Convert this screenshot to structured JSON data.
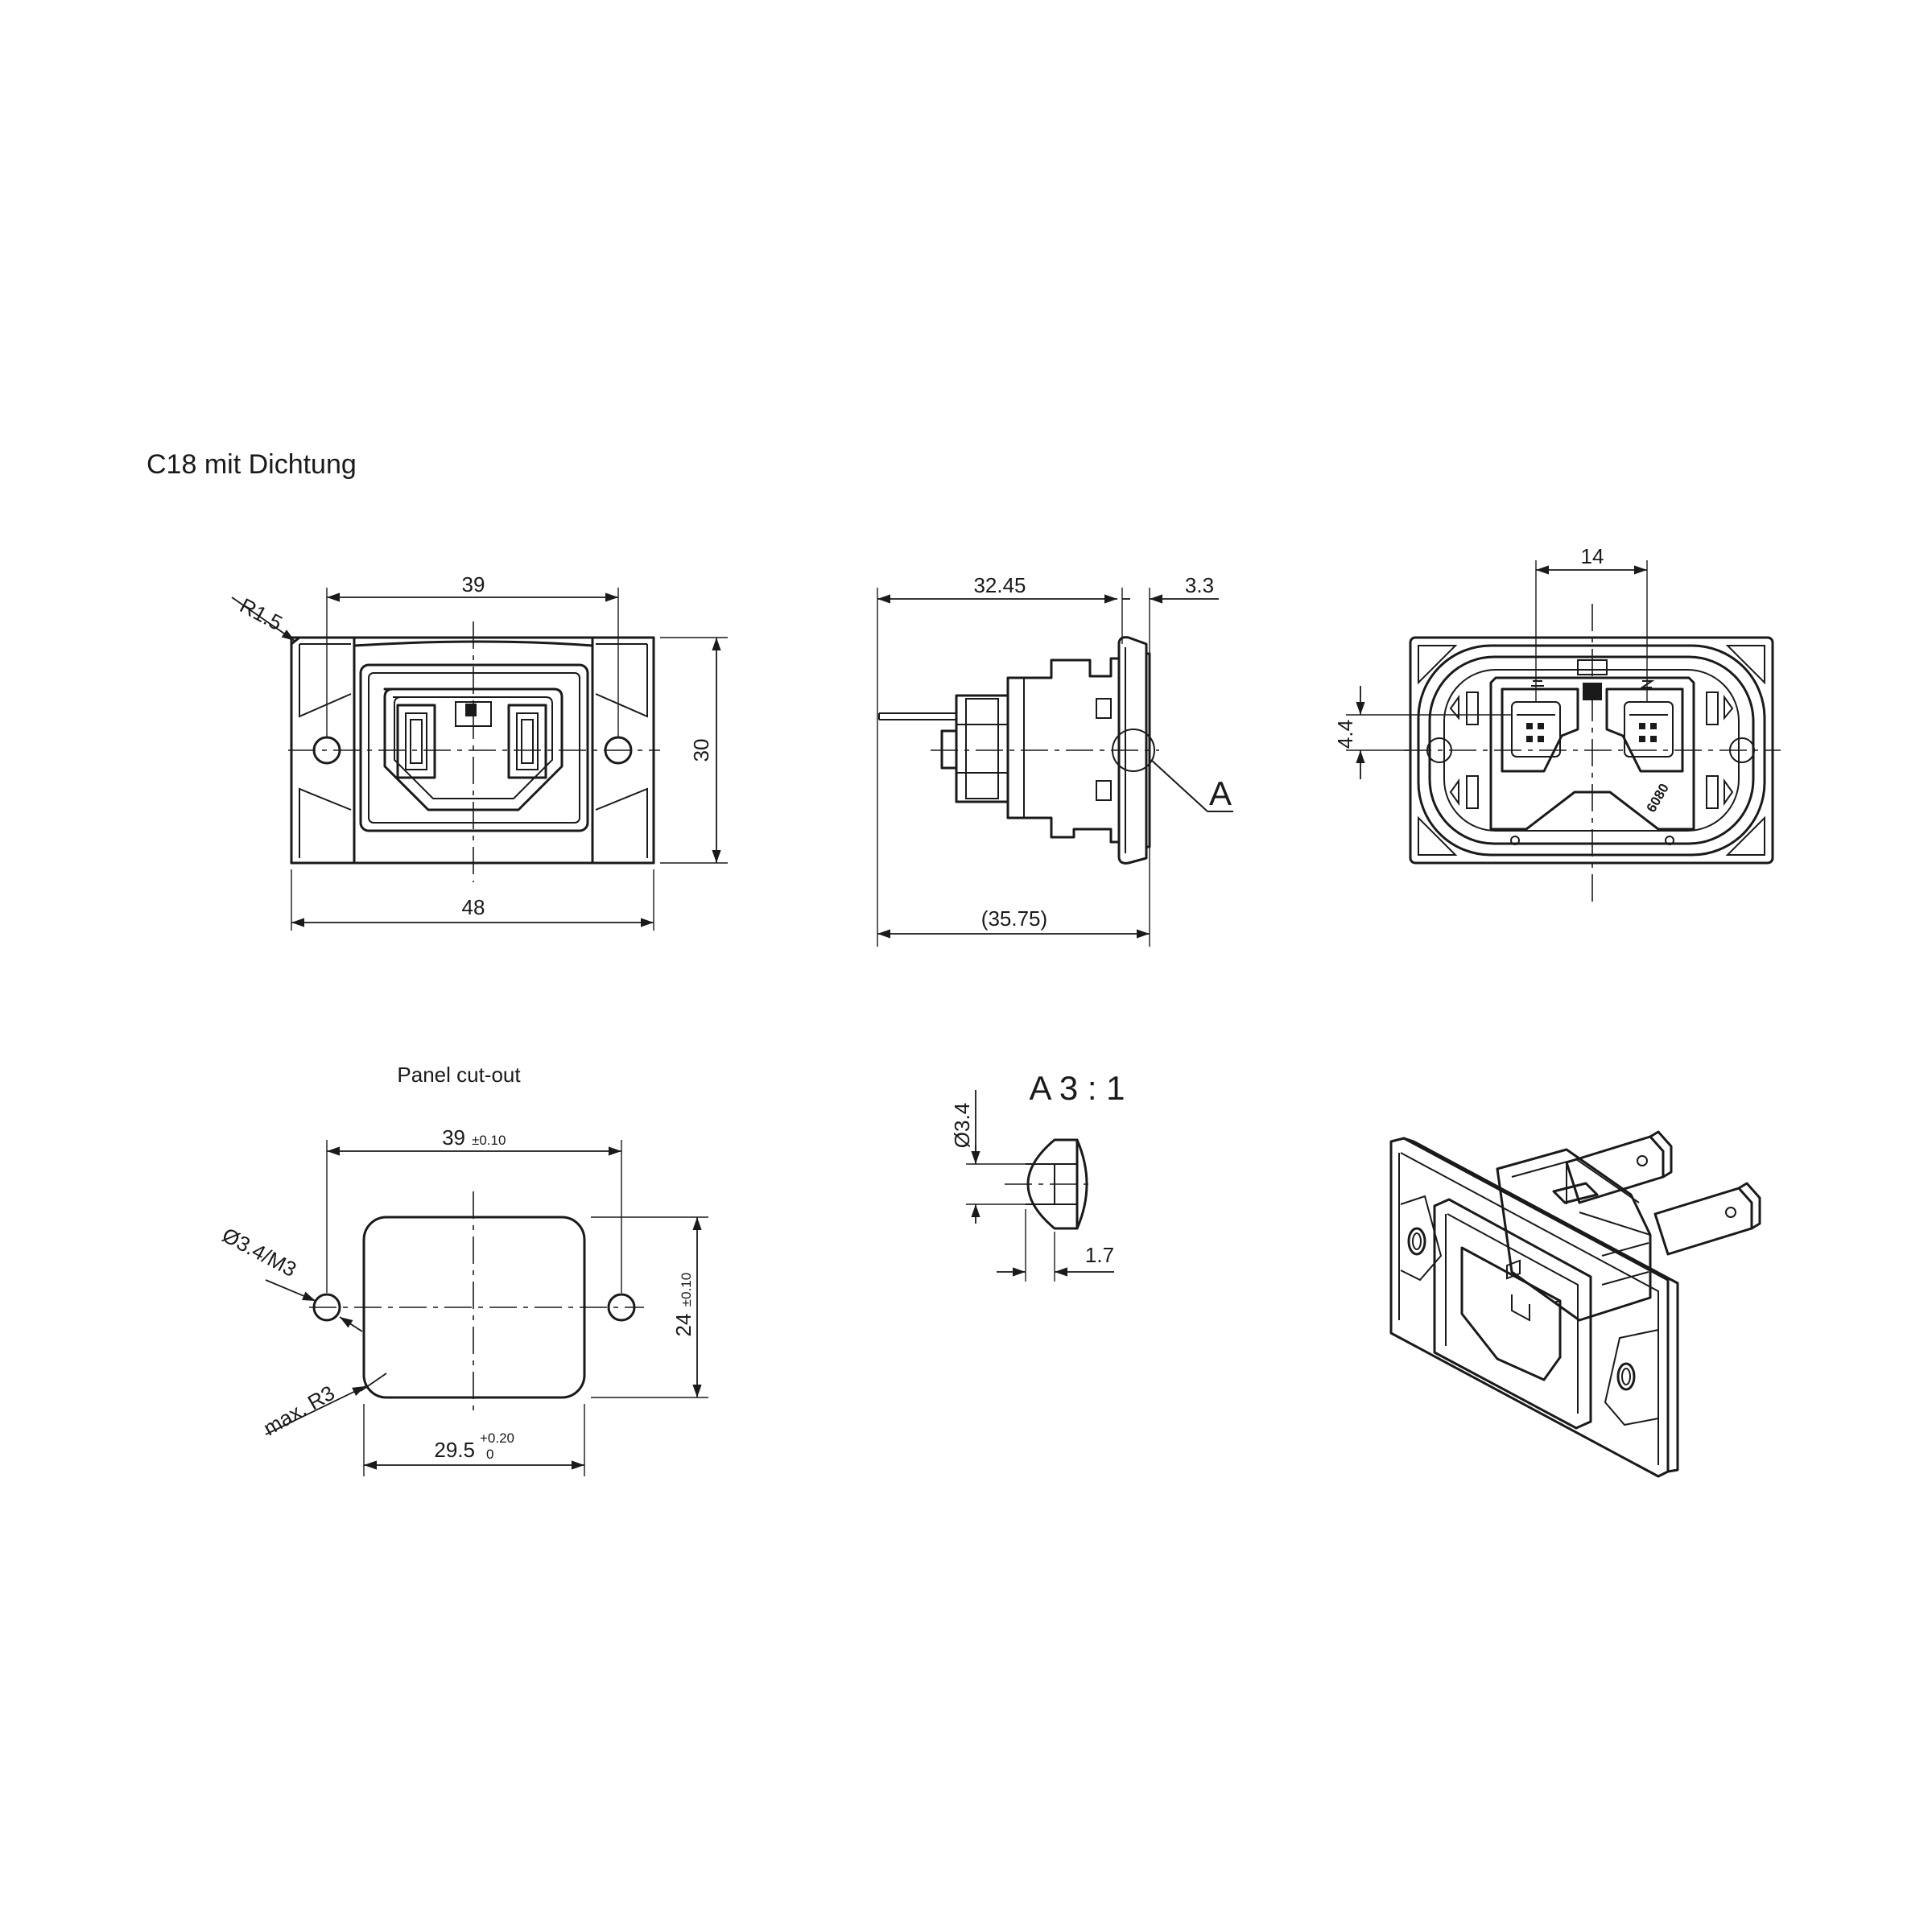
{
  "title": "C18 mit Dichtung",
  "front_view": {
    "dim_width_inner": "39",
    "dim_width_outer": "48",
    "dim_height": "30",
    "dim_radius": "R1.5"
  },
  "side_view": {
    "dim_body": "32.45",
    "dim_flange": "3.3",
    "dim_total": "(35.75)",
    "detail_marker": "A"
  },
  "rear_view": {
    "dim_pin_spacing": "14",
    "dim_offset": "4.4",
    "terminal_mark": "6080"
  },
  "panel_cutout": {
    "title": "Panel cut-out",
    "dim_hole_spacing": "39",
    "dim_hole_spacing_tol": "±0.10",
    "dim_height": "24",
    "dim_height_tol": "±0.10",
    "dim_width": "29.5",
    "dim_width_tol_upper": "+0.20",
    "dim_width_tol_lower": "0",
    "dim_hole": "Ø3.4/M3",
    "dim_corner_radius": "max. R3"
  },
  "detail_a": {
    "title": "A 3 : 1",
    "dim_diameter": "Ø3.4",
    "dim_depth": "1.7"
  }
}
